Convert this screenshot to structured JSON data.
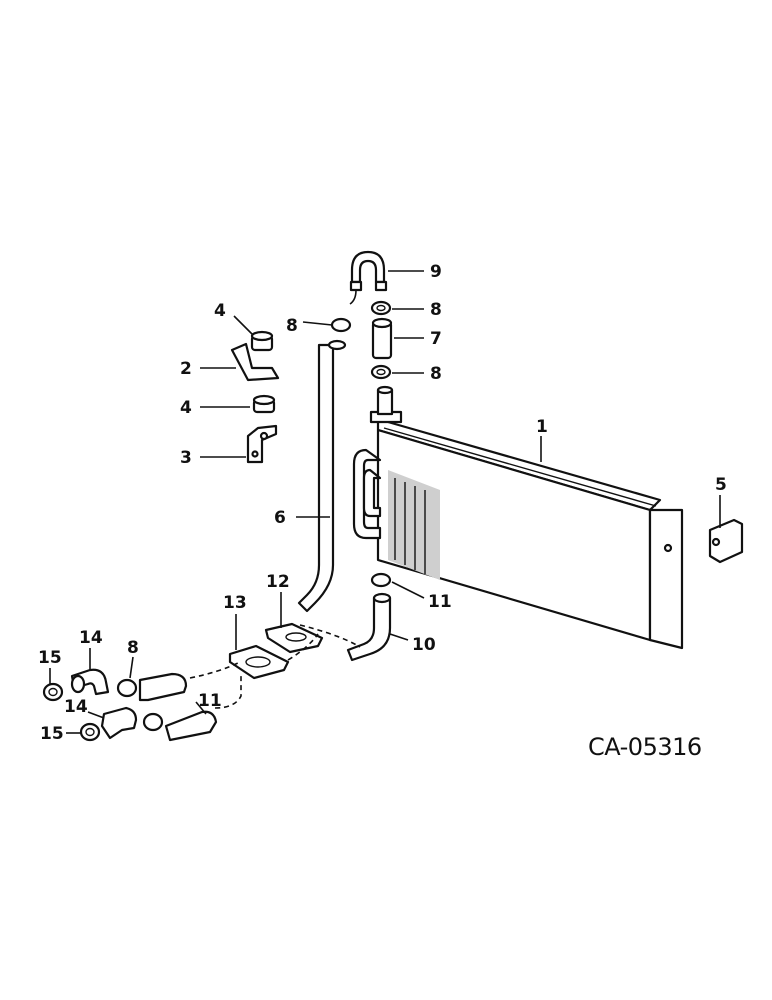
{
  "diagram": {
    "drawing_code": "CA-05316",
    "callouts": [
      {
        "key": "c9",
        "text": "9"
      },
      {
        "key": "c8a",
        "text": "8"
      },
      {
        "key": "c8b",
        "text": "8"
      },
      {
        "key": "c7",
        "text": "7"
      },
      {
        "key": "c8c",
        "text": "8"
      },
      {
        "key": "c4a",
        "text": "4"
      },
      {
        "key": "c2",
        "text": "2"
      },
      {
        "key": "c4b",
        "text": "4"
      },
      {
        "key": "c3",
        "text": "3"
      },
      {
        "key": "c1",
        "text": "1"
      },
      {
        "key": "c5",
        "text": "5"
      },
      {
        "key": "c6",
        "text": "6"
      },
      {
        "key": "c11a",
        "text": "11"
      },
      {
        "key": "c12",
        "text": "12"
      },
      {
        "key": "c13",
        "text": "13"
      },
      {
        "key": "c10",
        "text": "10"
      },
      {
        "key": "c14a",
        "text": "14"
      },
      {
        "key": "c15a",
        "text": "15"
      },
      {
        "key": "c8d",
        "text": "8"
      },
      {
        "key": "c11b",
        "text": "11"
      },
      {
        "key": "c14b",
        "text": "14"
      },
      {
        "key": "c15b",
        "text": "15"
      }
    ]
  }
}
